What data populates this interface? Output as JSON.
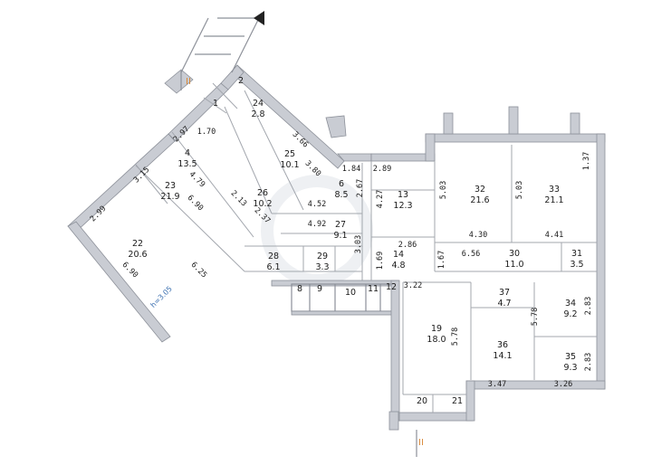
{
  "rooms": [
    {
      "num": "1",
      "area": ""
    },
    {
      "num": "2",
      "area": ""
    },
    {
      "num": "4",
      "area": "13.5"
    },
    {
      "num": "6",
      "area": "8.5"
    },
    {
      "num": "8",
      "area": ""
    },
    {
      "num": "9",
      "area": ""
    },
    {
      "num": "10",
      "area": ""
    },
    {
      "num": "11",
      "area": ""
    },
    {
      "num": "12",
      "area": ""
    },
    {
      "num": "13",
      "area": "12.3"
    },
    {
      "num": "14",
      "area": "4.8"
    },
    {
      "num": "19",
      "area": "18.0"
    },
    {
      "num": "20",
      "area": ""
    },
    {
      "num": "21",
      "area": ""
    },
    {
      "num": "22",
      "area": "20.6"
    },
    {
      "num": "23",
      "area": "21.9"
    },
    {
      "num": "24",
      "area": "2.8"
    },
    {
      "num": "25",
      "area": "10.1"
    },
    {
      "num": "26",
      "area": "10.2"
    },
    {
      "num": "27",
      "area": "9.1"
    },
    {
      "num": "28",
      "area": "6.1"
    },
    {
      "num": "29",
      "area": "3.3"
    },
    {
      "num": "30",
      "area": "11.0"
    },
    {
      "num": "31",
      "area": "3.5"
    },
    {
      "num": "32",
      "area": "21.6"
    },
    {
      "num": "33",
      "area": "21.1"
    },
    {
      "num": "34",
      "area": "9.2"
    },
    {
      "num": "35",
      "area": "9.3"
    },
    {
      "num": "36",
      "area": "14.1"
    },
    {
      "num": "37",
      "area": "4.7"
    }
  ],
  "dimensions": [
    "2.97",
    "3.15",
    "2.99",
    "6.90",
    "4.79",
    "6.90",
    "6.25",
    "1.70",
    "2.13",
    "2.37",
    "3.66",
    "3.80",
    "1.84",
    "2.67",
    "4.52",
    "4.92",
    "3.03",
    "2.89",
    "4.27",
    "1.69",
    "2.86",
    "1.67",
    "5.03",
    "5.03",
    "1.37",
    "4.30",
    "4.41",
    "6.56",
    "3.22",
    "5.78",
    "5.78",
    "2.83",
    "2.83",
    "3.47",
    "3.26"
  ],
  "section_marks": [
    "II",
    "II"
  ],
  "height_note": "h=3.05"
}
